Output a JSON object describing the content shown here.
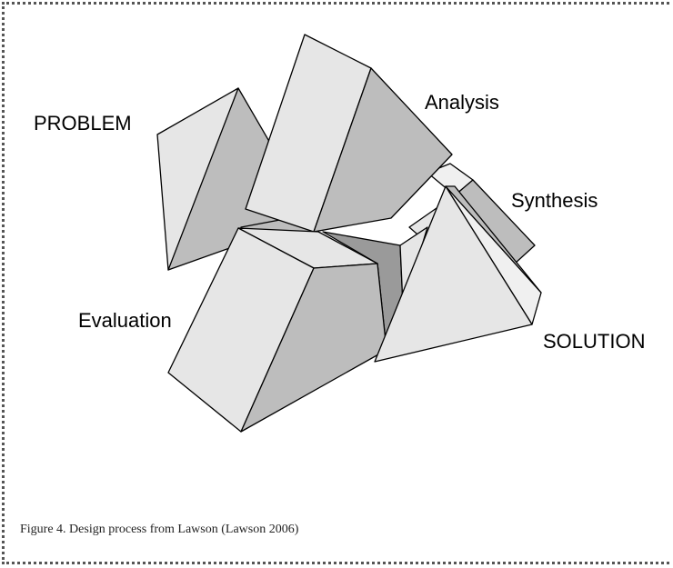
{
  "labels": {
    "problem": "PROBLEM",
    "analysis": "Analysis",
    "synthesis": "Synthesis",
    "evaluation": "Evaluation",
    "solution": "SOLUTION"
  },
  "caption": "Figure 4. Design process from Lawson (Lawson 2006)"
}
